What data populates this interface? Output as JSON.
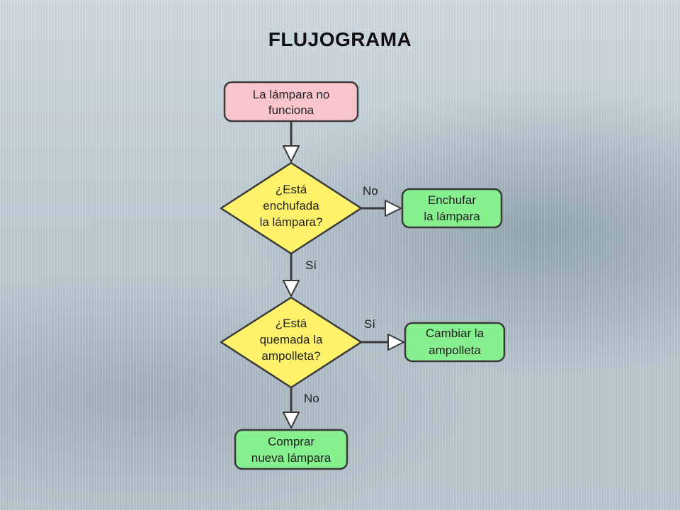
{
  "slide": {
    "title": "FLUJOGRAMA"
  },
  "colors": {
    "start": "#f9c4cc",
    "decision": "#fff26b",
    "action": "#86f08f",
    "stroke": "#3a3a3a"
  },
  "diagram": {
    "start": {
      "lines": [
        "La lámpara no",
        "funciona"
      ]
    },
    "decision_1": {
      "lines": [
        "¿Está",
        "enchufada",
        "la lámpara?"
      ]
    },
    "action_1": {
      "lines": [
        "Enchufar",
        "la lámpara"
      ]
    },
    "decision_2": {
      "lines": [
        "¿Está",
        "quemada la",
        "ampolleta?"
      ]
    },
    "action_2": {
      "lines": [
        "Cambiar la",
        "ampolleta"
      ]
    },
    "end": {
      "lines": [
        "Comprar",
        "nueva lámpara"
      ]
    },
    "edges": {
      "d1_no": "No",
      "d1_yes": "Sí",
      "d2_yes": "Sí",
      "d2_no": "No"
    }
  }
}
